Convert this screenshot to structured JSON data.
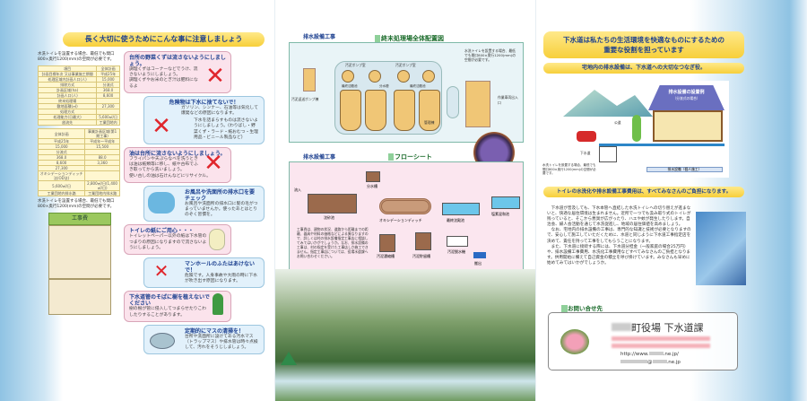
{
  "left": {
    "banner": "長く大切に使うためにこんな事に注意しましょう",
    "note_top": "水洗トイレを設置する場合、最低でも間口800×奥行1200(mm)の空間が必要です。",
    "table1": [
      [
        "項目",
        "全体計画"
      ],
      [
        "計画目標年次 又は事業施工期間",
        "平成25年"
      ],
      [
        "処理区域内計画人口(人)",
        "15,000"
      ],
      [
        "排除方式",
        "分流式"
      ],
      [
        "計画区域(ha)",
        "368.0"
      ],
      [
        "計画人口(人)",
        "8,600"
      ],
      [
        "終末処理場",
        ""
      ],
      [
        "敷地面積(㎡)",
        "27,300"
      ],
      [
        "処理方式",
        ""
      ],
      [
        "処理能力(日最大)",
        "5,600㎥/日"
      ],
      [
        "放流先",
        "工業団地内"
      ]
    ],
    "table2": [
      [
        "全体計画",
        "事業計画区域(第1期工事)"
      ],
      [
        "平成25年",
        "平成年～平成年"
      ],
      [
        "15,000",
        "15,500"
      ],
      [
        "分流式",
        ""
      ],
      [
        "368.0",
        "88.0"
      ],
      [
        "8,600",
        "3,360"
      ],
      [
        "27,300",
        ""
      ],
      [
        "オキシデーションディッチ法(OD法)",
        ""
      ],
      [
        "5,600㎥/日",
        "2,800㎥/日(1,400㎥/日)"
      ],
      [
        "工業団地内排水路",
        "工業団地内排水路"
      ]
    ],
    "note_mid": "水洗トイレを設置する場合、最低でも間口800×奥行1200(mm)の空間が必要です。",
    "construction_label": "工事費",
    "tips": [
      {
        "title": "台所の野菜くずは流さないようにしましょう。",
        "body": "調理くずはコーナーなどでうけ、流さないようにしましょう。",
        "body2": "調理くずやお米のとぎ汁は肥料になるよ"
      },
      {
        "title": "危険物は下水に捨てないで！",
        "body": "ガソリン、シンナー、石油等は気化して爆発などの原因になります。",
        "body2": "下水を詰まらすものは流さないようにしましょう。(わりばし・野菜くず・ラード・紙おむつ・生理用品・ビニール製品など)"
      },
      {
        "title": "油は台所に流さないようにしましょう。",
        "body": "フライパンや天ぷらなべを洗うときは油は紙類等に移し、紙や古布でふき取ってから洗いましょう。",
        "body2": "使い古しの油は石けんなどにリサイクル。"
      },
      {
        "title": "お風呂や洗面所の排水口を要チェック",
        "body": "お風呂や洗面所の排水口に髪の毛がつまっていませんか。使ったあとはとりのぞく習慣を。"
      },
      {
        "title": "トイレの紙にご用心・・・",
        "body": "トイレットペーパー以外の紙は下水管のつまりの原因になりますので流さないようにしましょう。"
      },
      {
        "title": "マンホールのふたはあけないで！",
        "body": "危険です。人身事故や大雨の時に下水が吹き出す原因になります。"
      },
      {
        "title": "下水道管のそばに樹を植えないでください",
        "body": "樹の根が管に侵入してつまらせたりこわしたりすることがあります。"
      },
      {
        "title": "定期的にマスの清掃を！",
        "body": "台所や洗面所に設けてある汚水マス（トラップマス）や排水管は時々点検して、汚れをそうじしましょう。"
      }
    ]
  },
  "middle": {
    "section1": "排水設備工事",
    "map_title": "終末処理場全体配置図",
    "map_note": "水洗トイレを設置する場合、最低でも間口800×奥行1200(mm)の空間が必要です。",
    "map_labels": [
      "汚泥ポンプ室",
      "汚泥ポンプ室",
      "最終沈殿池",
      "分水槽",
      "最終沈殿池",
      "管理棟",
      "汚泥貯留槽",
      "汚泥返送ポンプ棟",
      "作業車両出入口"
    ],
    "section2": "排水設備工事",
    "flow_title": "フローシート",
    "flow_labels": [
      "流入",
      "沈砂池",
      "分水槽",
      "オキシデーションディッチ",
      "最終沈殿池",
      "塩素混和池",
      "汚泥濃縮槽",
      "汚泥貯留槽",
      "汚泥脱水機",
      "搬出"
    ],
    "flow_note": "工事費は、建物の状況、道路から距離までの距離、器具や材料の価格などによる異なりますので、詳しくは村の排水設備指定工事店に相談してみてはいかがでしょうか。なお、排水設備の工事は、村の指定を受けた工事店しか施工できません。指定工事店については、役場水道課へお問い合わせください。"
  },
  "right": {
    "banner_line1": "下水道は私たちの生活環境を快適なものにするための",
    "banner_line2": "重要な役割を担っています",
    "sub_banner": "宅地内の排水設備は、下水道への大切なつなぎ役。",
    "house_title": "排水設備の設置例",
    "house_sub": "（分流式の場合）",
    "diagram_labels": [
      "公道",
      "下水道",
      "排水設備（個人施工）"
    ],
    "diagram_note": "水洗トイレを設置する場合、最低でも間口800×奥行1200(mm)の空間が必要です。",
    "cost_banner": "トイレの水洗化や排水設備工事費用は、すべてみなさんのご負担になります。",
    "paragraphs": [
      "下水道が普及しても、下水本管へ直結した水洗トイレへの切り替えが進まないと、快適な居住環境は生まれません。近所で一つでも汲み取り式のトイレが残っていると、そこから悪臭が広がったり、ハエや蚊が発生したりします。自治会、婦人会活動を通じて水洗促進し、地域の居住価値を高めましょう。",
      "なお、宅地内の排水設備の工事は、専門的な知識と技術が必要となりますので、安心して施工していただくために、水道と同じように下水道工事指定店を決めて、責任を持って工事をしてもらうことになります。",
      "また、下水道に接続する際には、下水道分担金（一般家庭の場合25万円）や、排水設備工事費用、水洗化工事費用などすべてみなさんのご負担となります。供用開始に備えて自己資金の積立を呼び掛けています。みなさんも早めに始めてみてはいかがでしょうか。"
    ],
    "contact_label": "お問い合せ先",
    "office": "町役場 下水道課",
    "url_prefix": "http://www.",
    "url_suffix": ".ne.jp/",
    "email_suffix": "@",
    "email_domain": ".ne.jp"
  },
  "colors": {
    "banner": "#f7cf3a",
    "title_blue": "#1b3f8f",
    "pink_box": "#fbe3ec",
    "blue_box": "#e2f1fb",
    "green_tag": "#8fd09a"
  }
}
